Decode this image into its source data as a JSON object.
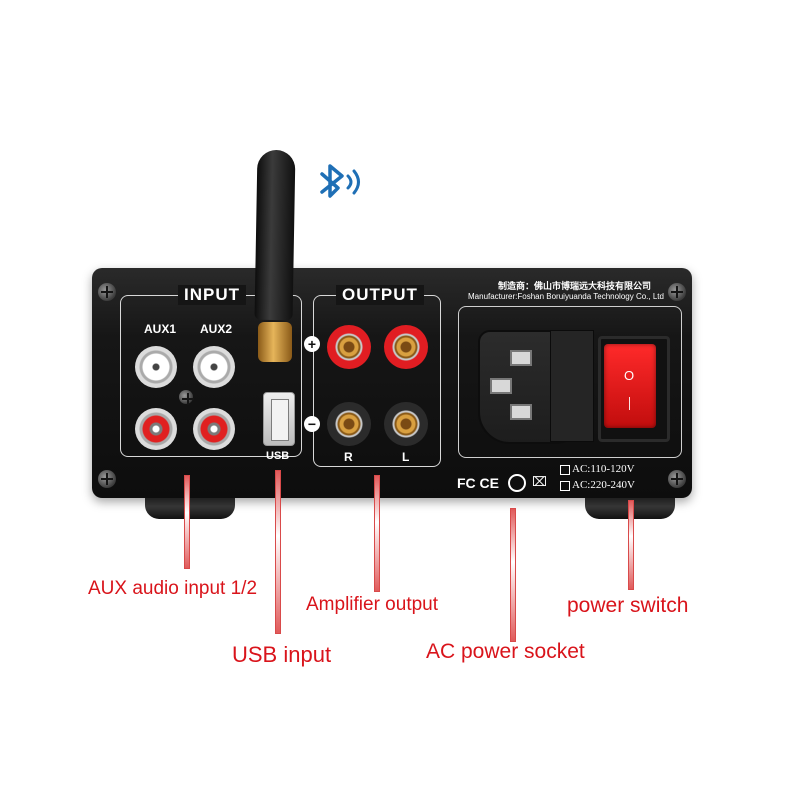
{
  "panel": {
    "input_title": "INPUT",
    "output_title": "OUTPUT",
    "aux1_label": "AUX1",
    "aux2_label": "AUX2",
    "usb_label": "USB",
    "right_label": "R",
    "left_label": "L",
    "plus_sign": "+",
    "minus_sign": "−",
    "manufacturer_cn": "制造商：佛山市博瑞远大科技有限公司",
    "manufacturer_en": "Manufacturer:Foshan Boruiyuanda Technology Co., Ltd",
    "certifications": "FC CE",
    "voltage_option_1": "AC:110-120V",
    "voltage_option_2": "AC:220-240V",
    "switch_on_symbol": "—",
    "switch_off_symbol": "O"
  },
  "callouts": {
    "aux_input": "AUX audio input 1/2",
    "usb_input": "USB input",
    "amplifier_output": "Amplifier output",
    "ac_power_socket": "AC power socket",
    "power_switch": "power switch"
  },
  "colors": {
    "callout_text": "#d9141b",
    "pointer_line": "#e05a5a",
    "bluetooth_icon": "#1f6fb5",
    "switch_red": "#e31b1b"
  },
  "icons": [
    "bluetooth-icon",
    "antenna",
    "rca-jack",
    "binding-post",
    "usb-port",
    "iec-socket",
    "rocker-switch"
  ]
}
